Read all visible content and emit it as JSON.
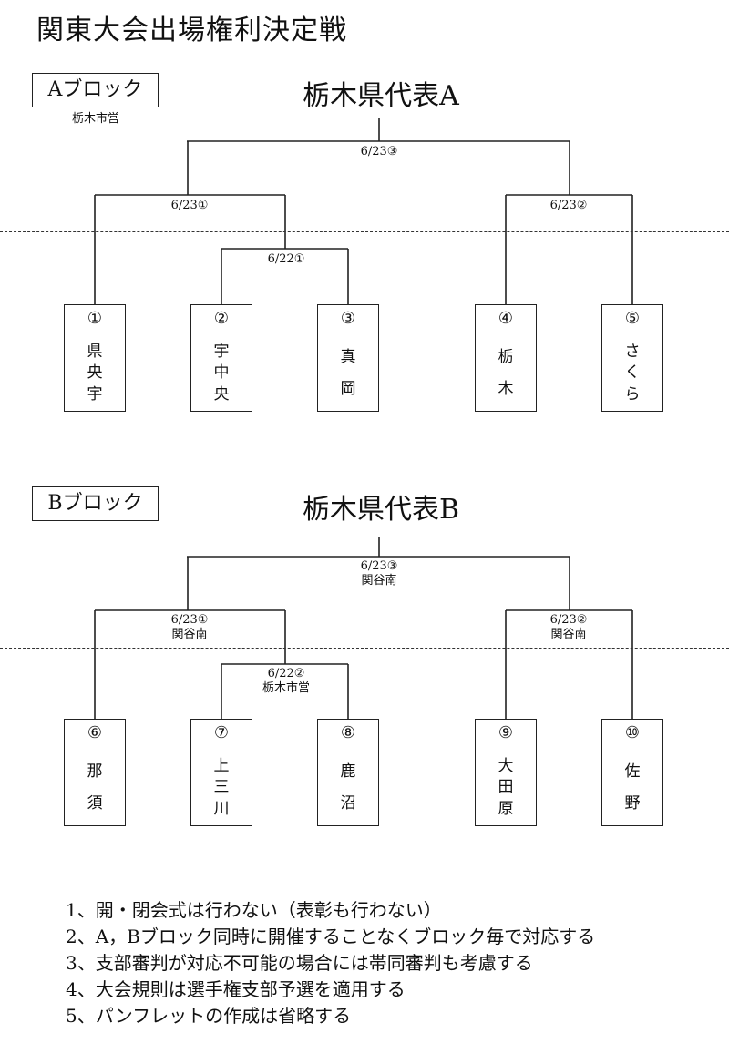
{
  "title": "関東大会出場権利決定戦",
  "blocks": [
    {
      "label": "Aブロック",
      "venue_note": "栃木市営",
      "representative": "栃木県代表A",
      "matches": {
        "final": {
          "date": "6/23③",
          "venue": ""
        },
        "left": {
          "date": "6/23①",
          "venue": ""
        },
        "right": {
          "date": "6/23②",
          "venue": ""
        },
        "sub": {
          "date": "6/22①",
          "venue": ""
        }
      },
      "teams": [
        {
          "num": "①",
          "chars": [
            "県",
            "央",
            "宇"
          ]
        },
        {
          "num": "②",
          "chars": [
            "宇",
            "中",
            "央"
          ]
        },
        {
          "num": "③",
          "chars": [
            "真",
            "岡"
          ]
        },
        {
          "num": "④",
          "chars": [
            "栃",
            "木"
          ]
        },
        {
          "num": "⑤",
          "chars": [
            "さ",
            "く",
            "ら"
          ]
        }
      ]
    },
    {
      "label": "Bブロック",
      "venue_note": "",
      "representative": "栃木県代表B",
      "matches": {
        "final": {
          "date": "6/23③",
          "venue": "関谷南"
        },
        "left": {
          "date": "6/23①",
          "venue": "関谷南"
        },
        "right": {
          "date": "6/23②",
          "venue": "関谷南"
        },
        "sub": {
          "date": "6/22②",
          "venue": "栃木市営"
        }
      },
      "teams": [
        {
          "num": "⑥",
          "chars": [
            "那",
            "須"
          ]
        },
        {
          "num": "⑦",
          "chars": [
            "上",
            "三",
            "川"
          ]
        },
        {
          "num": "⑧",
          "chars": [
            "鹿",
            "沼"
          ]
        },
        {
          "num": "⑨",
          "chars": [
            "大",
            "田",
            "原"
          ]
        },
        {
          "num": "⑩",
          "chars": [
            "佐",
            "野"
          ]
        }
      ]
    }
  ],
  "notes": [
    "1、開・閉会式は行わない（表彰も行わない）",
    "2、A，Bブロック同時に開催することなくブロック毎で対応する",
    "3、支部審判が対応不可能の場合には帯同審判も考慮する",
    "4、大会規則は選手権支部予選を適用する",
    "5、パンフレットの作成は省略する"
  ]
}
